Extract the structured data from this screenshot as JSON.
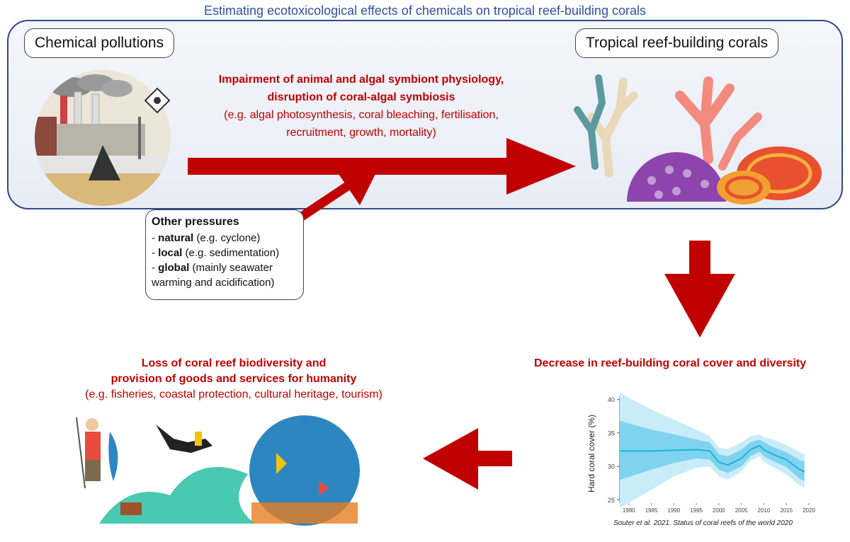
{
  "title": "Estimating ecotoxicological effects  of chemicals on tropical reef-building corals",
  "chemical_pollutions": "Chemical pollutions",
  "tropical_corals": "Tropical reef-building corals",
  "impairment": {
    "line1": "Impairment of animal and algal symbiont physiology,",
    "line2": "disruption of coral-algal symbiosis",
    "examples1": "(e.g. algal photosynthesis, coral bleaching, fertilisation,",
    "examples2": "recruitment, growth, mortality)"
  },
  "other_pressures": {
    "heading": "Other pressures",
    "natural_key": "natural",
    "natural_rest": " (e.g. cyclone)",
    "local_key": "local",
    "local_rest": " (e.g. sedimentation)",
    "global_key": "global",
    "global_rest": " (mainly seawater",
    "global_rest2": "warming and acidification)"
  },
  "decrease": "Decrease in reef-building coral cover and diversity",
  "loss": {
    "line1": "Loss of coral reef biodiversity and",
    "line2": "provision of goods and services for humanity",
    "examples": "(e.g. fisheries, coastal protection, cultural heritage, tourism)"
  },
  "chart_data": {
    "type": "area",
    "ylabel": "Hard coral cover (%)",
    "xlabel": "",
    "xlim": [
      1978,
      2020
    ],
    "ylim": [
      24.5,
      40.5
    ],
    "x_ticks": [
      1980,
      1985,
      1990,
      1995,
      2000,
      2005,
      2010,
      2015,
      2020
    ],
    "y_ticks": [
      25,
      30,
      35,
      40
    ],
    "x": [
      1978,
      1985,
      1990,
      1995,
      1998,
      2000,
      2002,
      2005,
      2007,
      2009,
      2010,
      2012,
      2015,
      2018,
      2019
    ],
    "series": [
      {
        "values": [
          32.3,
          32.3,
          32.4,
          32.5,
          32.3,
          30.6,
          30.2,
          31.2,
          32.5,
          33.1,
          32.5,
          31.8,
          31.0,
          29.5,
          29.2
        ]
      }
    ],
    "inner_band": {
      "lower": [
        28.0,
        29.5,
        30.5,
        31.2,
        31.0,
        29.5,
        29.0,
        30.0,
        31.5,
        32.2,
        31.5,
        30.8,
        29.9,
        28.1,
        27.8
      ],
      "upper": [
        36.8,
        35.5,
        34.8,
        34.0,
        33.6,
        31.8,
        31.5,
        32.5,
        33.6,
        34.0,
        33.6,
        32.9,
        32.1,
        30.9,
        30.8
      ]
    },
    "outer_band": {
      "lower": [
        23.8,
        26.5,
        28.5,
        29.8,
        30.0,
        28.5,
        28.0,
        29.2,
        30.8,
        31.5,
        30.7,
        29.9,
        28.8,
        27.1,
        26.8
      ],
      "upper": [
        41.0,
        38.5,
        37.0,
        35.5,
        34.5,
        32.8,
        32.6,
        33.6,
        34.5,
        34.8,
        34.4,
        34.0,
        33.2,
        32.1,
        31.8
      ]
    },
    "grid": false
  },
  "citation": "Souter et al. 2021. Status of coral reefs of the world 2020",
  "colors": {
    "arrow": "#c00000",
    "text_red": "#c00000",
    "title_blue": "#2f4f9f",
    "panel_border": "#2f4a8a",
    "line": "#1fb3d9",
    "band_inner": "#7fd3ee",
    "band_outer": "#c8ecf8"
  }
}
